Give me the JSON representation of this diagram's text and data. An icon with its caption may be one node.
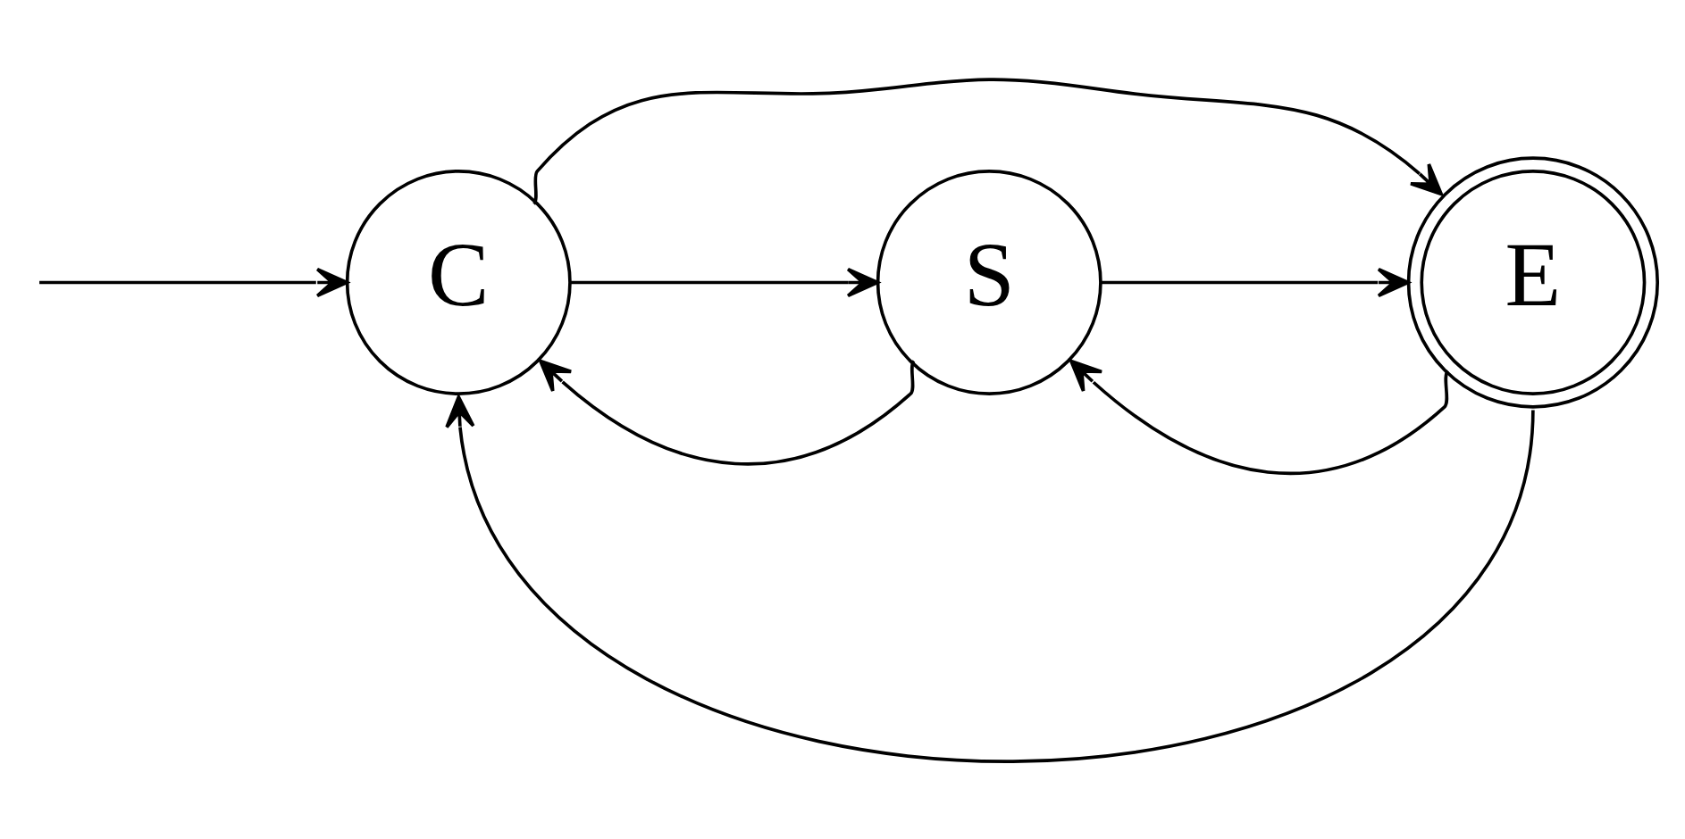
{
  "diagram": {
    "nodes": [
      {
        "text": [
          "C"
        ]
      },
      {
        "text": [
          "S"
        ]
      },
      {
        "text": [
          "E"
        ]
      }
    ],
    "edges": [
      {
        "from": null,
        "to": 0,
        "arrow": "to"
      },
      {
        "from": 0,
        "to": 2,
        "arrow": "to"
      },
      {
        "from": 0,
        "to": 1,
        "arrow": "to"
      },
      {
        "from": 1,
        "to": 2,
        "arrow": "to"
      },
      {
        "from": 1,
        "to": 0,
        "arrow": "to"
      },
      {
        "from": 2,
        "to": 1,
        "arrow": "to"
      },
      {
        "from": 2,
        "to": 0,
        "arrow": "to"
      }
    ]
  }
}
